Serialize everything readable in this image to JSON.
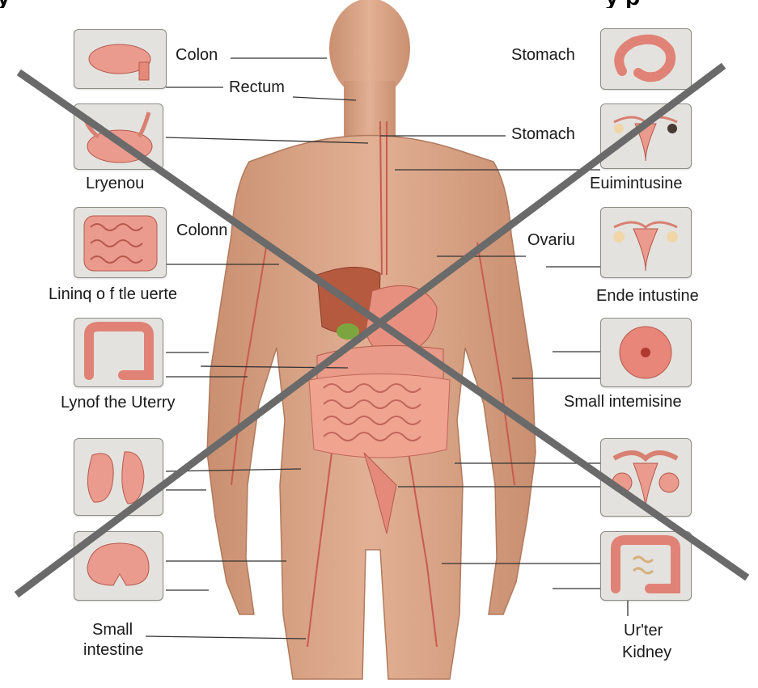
{
  "labels": {
    "colon_top": "Colon",
    "rectum": "Rectum",
    "lryenou": "Lryenou",
    "colonn": "Colonn",
    "lining_uerte": "Lininq o f tle uerte",
    "lynof_uterry": "Lynof the Uterry",
    "small_intestine_left_1": "Small",
    "small_intestine_left_2": "intestine",
    "stomach_top": "Stomach",
    "stomach_mid": "Stomach",
    "euimintusine": "Euimintusine",
    "ovariu": "Ovariu",
    "ende_intustine": "Ende intustine",
    "small_intemisine": "Small intemisine",
    "urter": "Ur'ter",
    "kidney": "Kidney"
  },
  "colors": {
    "panel_bg": "#e4e2de",
    "skin": "#d8a688",
    "organ": "#e88478",
    "cross": "#6a6a6a"
  }
}
